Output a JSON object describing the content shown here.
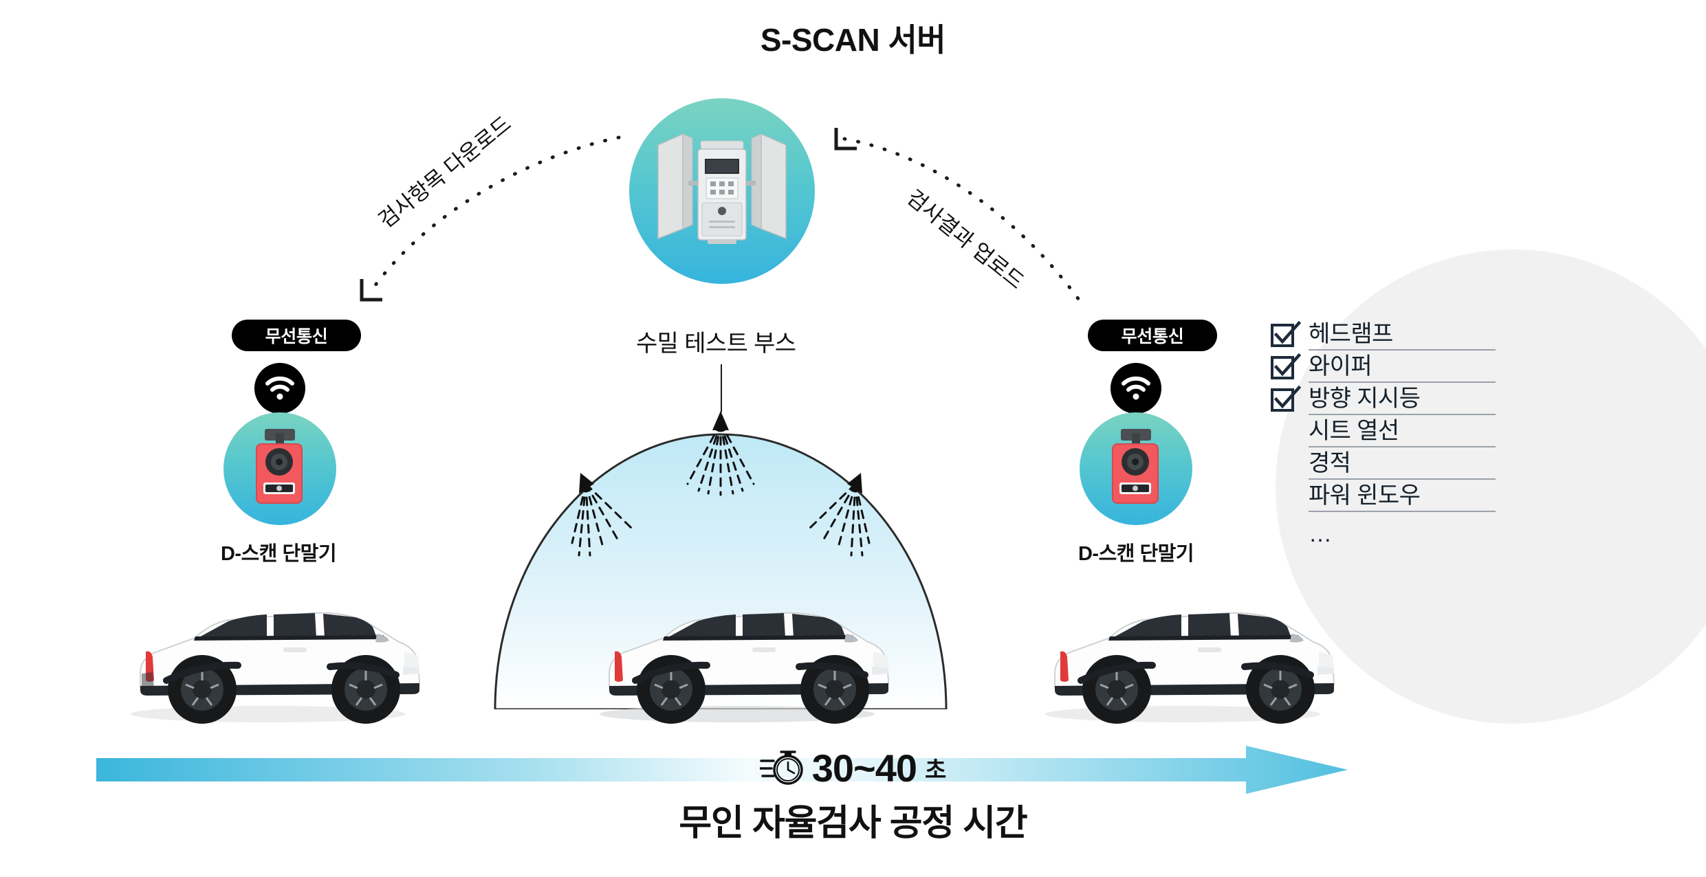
{
  "title": "S-SCAN 서버",
  "colors": {
    "accent_cyan": "#3BB6DC",
    "circle_teal_top": "#7AD3C1",
    "circle_cyan_bottom": "#36B4DD",
    "booth_fill": "#CFEDF7",
    "checklist_bg": "#F1F1F1",
    "badge_black": "#000000",
    "terminal_red": "#F2595E"
  },
  "server": {
    "icon": "server-rack-icon",
    "label": "S-SCAN 서버"
  },
  "arrows": {
    "download": {
      "label": "검사항목 다운로드",
      "direction": "server-to-left-terminal"
    },
    "upload": {
      "label": "검사결과 업로드",
      "direction": "right-terminal-to-server"
    }
  },
  "left_station": {
    "badge": "무선통신",
    "wifi_icon": "wifi-icon",
    "device_icon": "dscan-terminal-icon",
    "label": "D-스캔 단말기",
    "vehicle": "white-suv-side-view"
  },
  "right_station": {
    "badge": "무선통신",
    "wifi_icon": "wifi-icon",
    "device_icon": "dscan-terminal-icon",
    "label": "D-스캔 단말기",
    "vehicle": "white-suv-side-view"
  },
  "booth": {
    "label": "수밀 테스트 부스",
    "nozzles": 3,
    "vehicle": "white-suv-side-view"
  },
  "checklist": {
    "items": [
      {
        "text": "헤드램프",
        "checked": true
      },
      {
        "text": "와이퍼",
        "checked": true
      },
      {
        "text": "방향 지시등",
        "checked": true
      },
      {
        "text": "시트 열선",
        "checked": false
      },
      {
        "text": "경적",
        "checked": false
      },
      {
        "text": "파워 윈도우",
        "checked": false
      }
    ],
    "more": "…"
  },
  "footer": {
    "timer_icon": "stopwatch-icon",
    "timer_value": "30~40",
    "timer_unit": "초",
    "caption": "무인 자율검사 공정 시간",
    "flow_arrow": "right-arrow-gradient"
  }
}
